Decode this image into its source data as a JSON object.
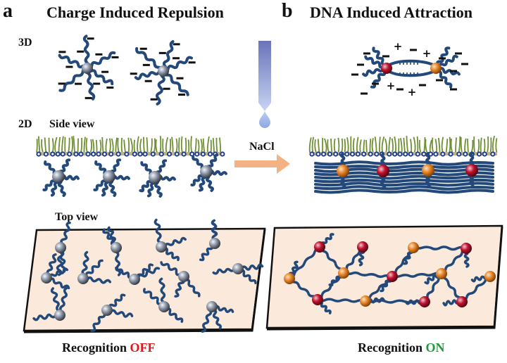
{
  "figure": {
    "panel_a": {
      "letter": "a",
      "title": "Charge Induced Repulsion",
      "row_3d_label": "3D",
      "row_2d_label": "2D",
      "side_view_label": "Side view",
      "top_view_label": "Top view",
      "caption_prefix": "Recognition",
      "caption_state": "OFF",
      "caption_state_color": "#e3161b",
      "particle_color": "grey"
    },
    "panel_b": {
      "letter": "b",
      "title": "DNA Induced Attraction",
      "caption_prefix": "Recognition",
      "caption_state": "ON",
      "caption_state_color": "#1e9a3a",
      "particle_colors": [
        "red",
        "orange"
      ]
    },
    "transition": {
      "label": "NaCl",
      "arrow_color": "#f4b183"
    },
    "colors": {
      "dna_strand": "#23497a",
      "lipid_tail": "#6f8f33",
      "lipid_head": "#1f3b8c",
      "substrate": "#fbeadb",
      "particle_grey": "#8a8f98",
      "particle_red": "#b0102a",
      "particle_orange": "#e2852a"
    }
  }
}
